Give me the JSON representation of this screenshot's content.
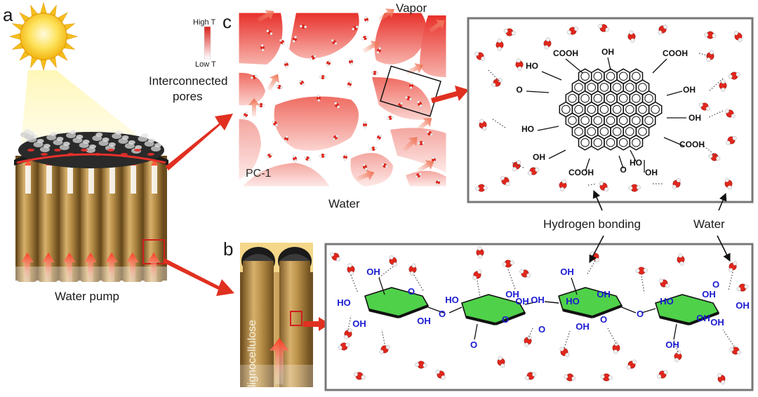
{
  "panels": {
    "a": "a",
    "b": "b",
    "c": "c"
  },
  "labels": {
    "water_pump": "Water pump",
    "interconnected_pores": "Interconnected\npores",
    "vapor": "Vapor",
    "water_c": "Water",
    "pc1": "PC-1",
    "high_t": "High T",
    "low_t": "Low T",
    "hydrogen_bonding": "Hydrogen bonding",
    "water_right": "Water",
    "lignocellulose": "lignocellulose"
  },
  "chem_graphene": {
    "groups": [
      "COOH",
      "OH",
      "COOH",
      "HO",
      "O",
      "OH",
      "OH",
      "HO",
      "OH",
      "COOH",
      "HO",
      "COOH",
      "O",
      "OH"
    ]
  },
  "chem_cellulose": {
    "groups": [
      "OH",
      "O",
      "HO",
      "OH",
      "O",
      "HO",
      "OH",
      "O",
      "OH",
      "O",
      "OH",
      "OH",
      "O",
      "HO",
      "OH",
      "O",
      "OH",
      "OH",
      "O",
      "OH",
      "HO",
      "OH",
      "OH"
    ]
  },
  "colors": {
    "hot": "#e8302a",
    "cool": "#fde4e2",
    "wood": "#b8904a",
    "wood_dark": "#7a5a28",
    "wood_light": "#d9b46e",
    "sun": "#f7c623",
    "cellulose_ring": "#4fd14a",
    "chem_blue": "#1a1ad0",
    "arrow_red": "#e03020",
    "frame_gray": "#777777"
  }
}
